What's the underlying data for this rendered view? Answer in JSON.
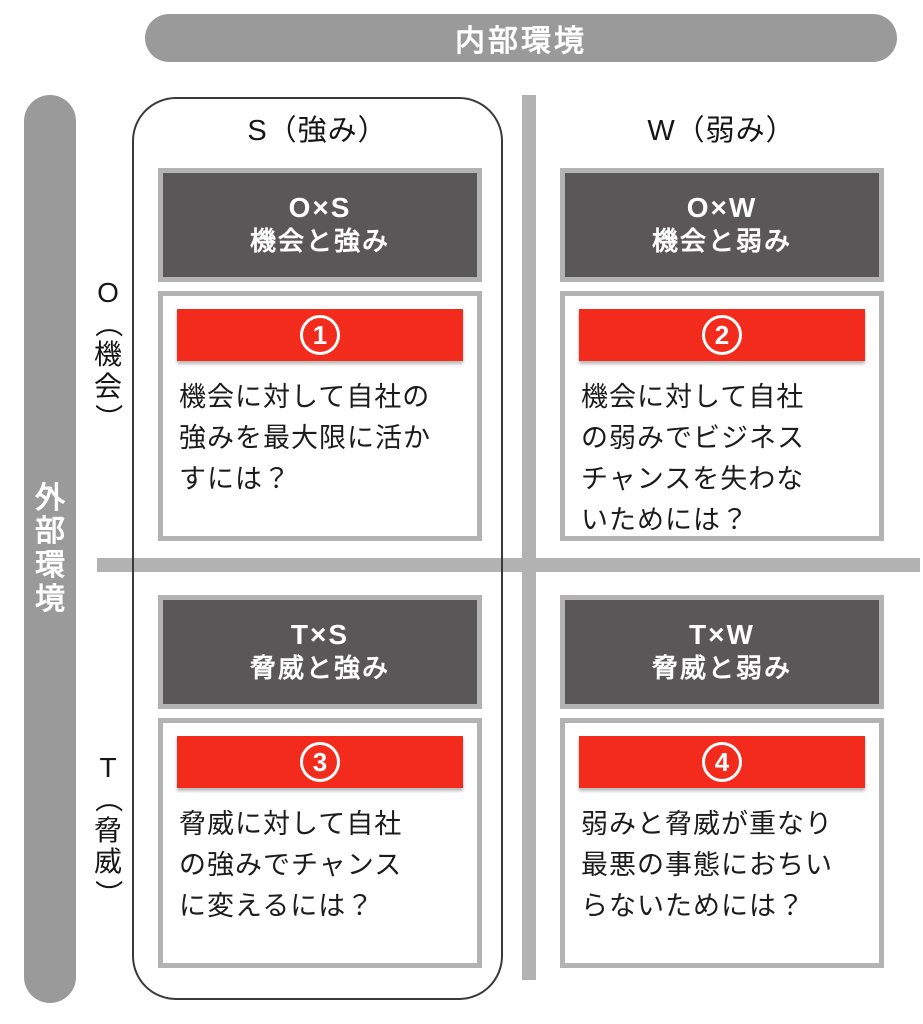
{
  "colors": {
    "pill_gray": "#9a9a9a",
    "divider_gray": "#b2b2b2",
    "box_border_gray": "#b3b3b3",
    "header_dark": "#595757",
    "accent_red": "#f32b1c",
    "text_dark": "#1c1c1c"
  },
  "axes": {
    "top_label": "内部環境",
    "left_label": "外部環境",
    "col_s": "S（強み）",
    "col_w": "W（弱み）",
    "row_o": "O（機会）",
    "row_t": "T（脅威）"
  },
  "quadrants": [
    {
      "id": "os",
      "header_line1": "O×S",
      "header_line2": "機会と強み",
      "number": "1",
      "body": "機会に対して自社の\n強みを最大限に活か\nすには？"
    },
    {
      "id": "ow",
      "header_line1": "O×W",
      "header_line2": "機会と弱み",
      "number": "2",
      "body": "機会に対して自社\nの弱みでビジネス\nチャンスを失わな\nいためには？"
    },
    {
      "id": "ts",
      "header_line1": "T×S",
      "header_line2": "脅威と強み",
      "number": "3",
      "body": "脅威に対して自社\nの強みでチャンス\nに変えるには？"
    },
    {
      "id": "tw",
      "header_line1": "T×W",
      "header_line2": "脅威と弱み",
      "number": "4",
      "body": "弱みと脅威が重なり\n最悪の事態におちい\nらないためには？"
    }
  ]
}
